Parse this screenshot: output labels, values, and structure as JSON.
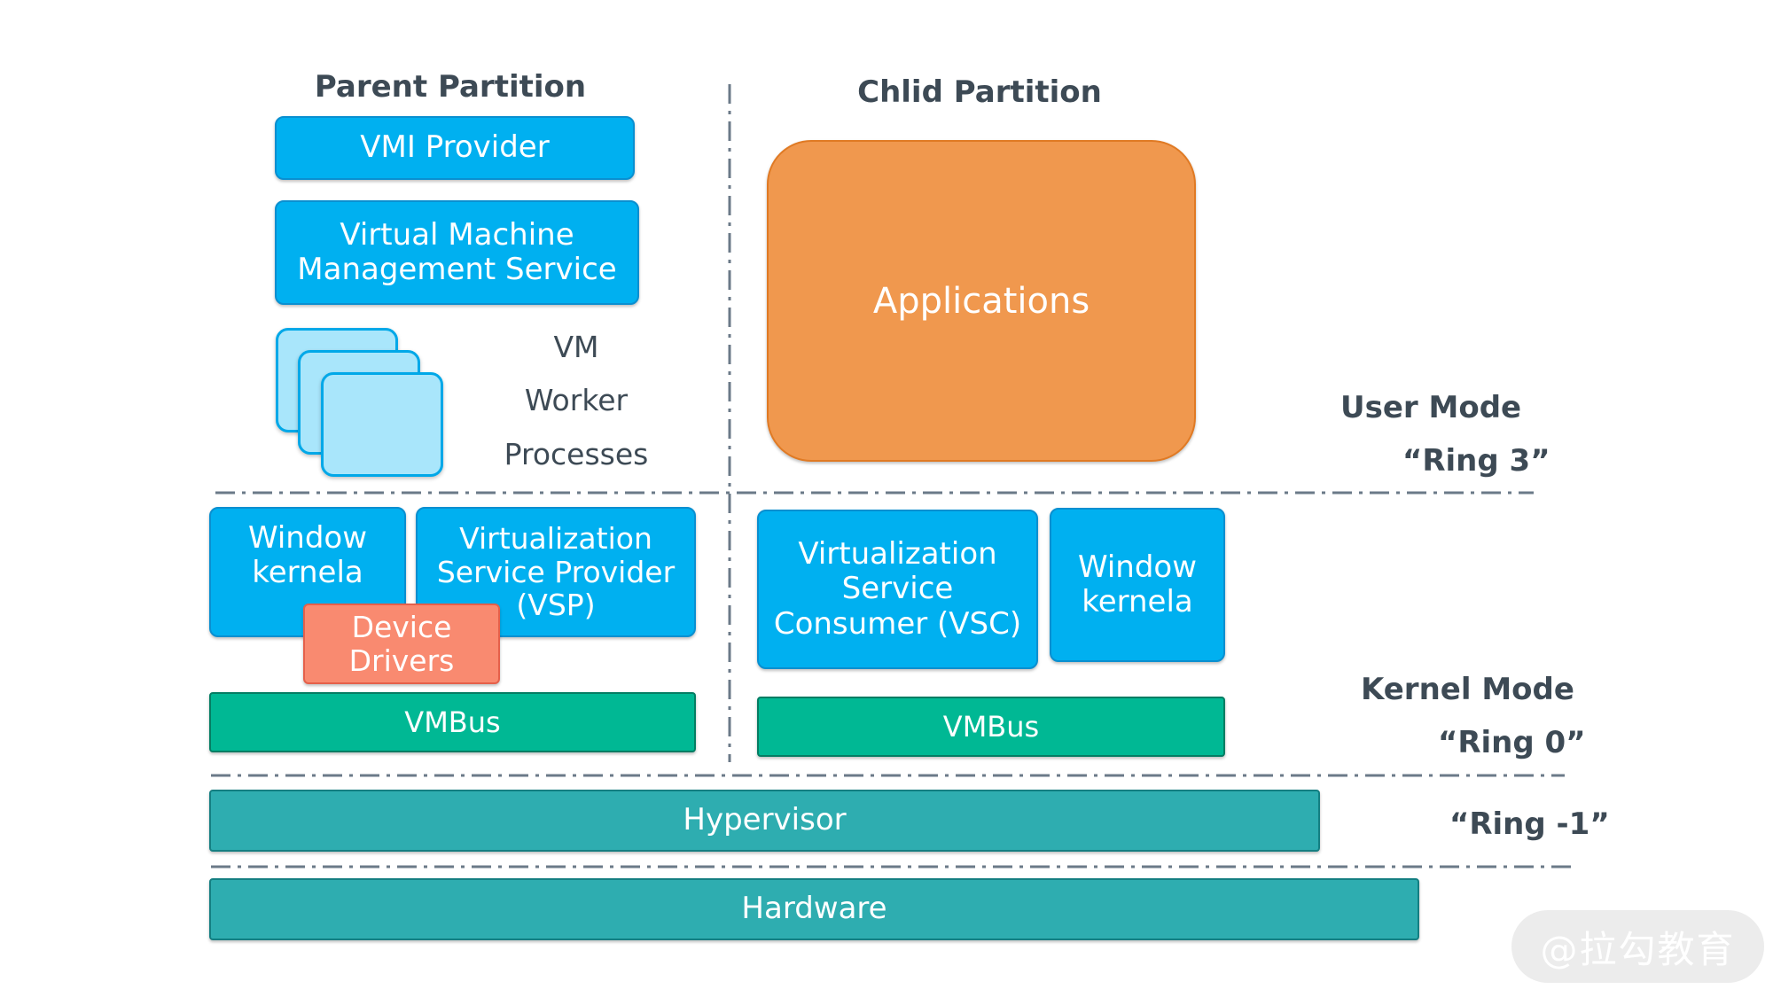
{
  "parent_partition": {
    "title": "Parent Partition",
    "vmi_provider": "VMI Provider",
    "vmms": "Virtual Machine\nManagement Service",
    "vm_worker": [
      "VM",
      "Worker",
      "Processes"
    ],
    "window_kernel": "Window\nkernela",
    "vsp": "Virtualization\nService Provider\n(VSP)",
    "device_drivers": "Device\nDrivers",
    "vmbus": "VMBus"
  },
  "child_partition": {
    "title": "Chlid Partition",
    "applications": "Applications",
    "vsc": "Virtualization\nService\nConsumer (VSC)",
    "window_kernel": "Window\nkernela",
    "vmbus": "VMBus"
  },
  "modes": {
    "user_mode": "User Mode",
    "ring3": "“Ring 3”",
    "kernel_mode": "Kernel Mode",
    "ring0": "“Ring 0”",
    "ring_minus1": "“Ring -1”"
  },
  "hypervisor": "Hypervisor",
  "hardware": "Hardware",
  "watermark": "@拉勾教育",
  "colors": {
    "blue": "#00b0f0",
    "green": "#00b894",
    "teal": "#2eadb0",
    "salmon": "#f98a70",
    "orange": "#f0984e",
    "light_blue": "#a9e6fb"
  }
}
